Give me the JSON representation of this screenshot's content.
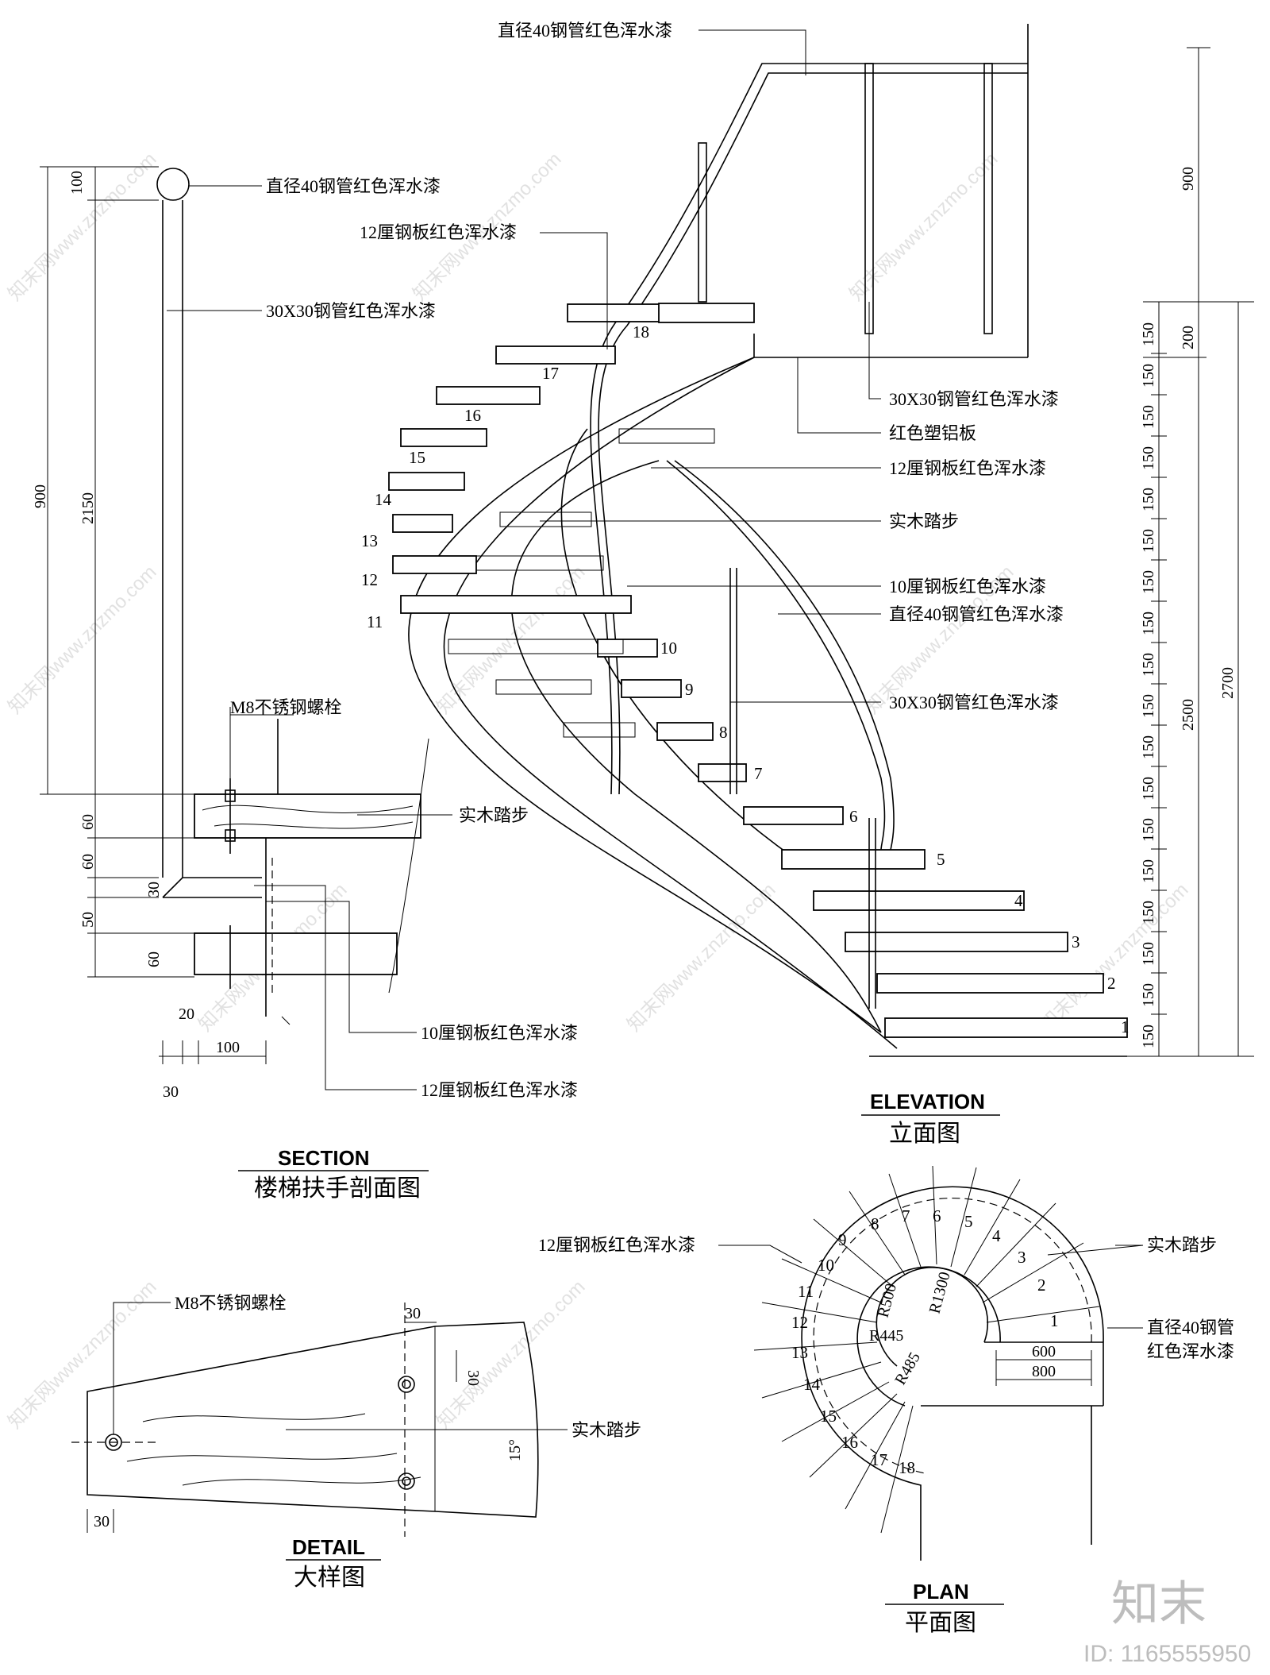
{
  "labels": {
    "pipe40": "直径40钢管红色浑水漆",
    "plate12": "12厘钢板红色浑水漆",
    "plate10": "10厘钢板红色浑水漆",
    "tube30": "30X30钢管红色浑水漆",
    "red_board": "红色塑铝板",
    "wood_step": "实木踏步",
    "bolt": "M8不锈钢螺栓",
    "pipe40_line1": "直径40钢管",
    "pipe40_line2": "红色浑水漆"
  },
  "titles": {
    "elevation_en": "ELEVATION",
    "elevation_cn": "立面图",
    "section_en": "SECTION",
    "section_cn": "楼梯扶手剖面图",
    "detail_en": "DETAIL",
    "detail_cn": "大样图",
    "plan_en": "PLAN",
    "plan_cn": "平面图"
  },
  "steps": [
    "1",
    "2",
    "3",
    "4",
    "5",
    "6",
    "7",
    "8",
    "9",
    "10",
    "11",
    "12",
    "13",
    "14",
    "15",
    "16",
    "17",
    "18"
  ],
  "dims": {
    "right_150": "150",
    "right_200": "200",
    "right_900": "900",
    "right_2500": "2500",
    "right_2700": "2700",
    "left_100": "100",
    "left_900": "900",
    "left_2150": "2150",
    "left_60a": "60",
    "left_60b": "60",
    "left_50": "50",
    "left_60c": "60",
    "left_30": "30",
    "bottom_20": "20",
    "bottom_100": "100",
    "bottom_30": "30",
    "detail_30a": "30",
    "detail_30b": "30",
    "detail_30c": "30",
    "detail_angle": "15°",
    "plan_600": "600",
    "plan_800": "800",
    "plan_r500": "R500",
    "plan_r1300": "R1300",
    "plan_r445": "R445",
    "plan_r485": "R485"
  },
  "watermark": "知末网www.znzmo.com",
  "brand": "知末",
  "image_id": "ID: 1165555950"
}
